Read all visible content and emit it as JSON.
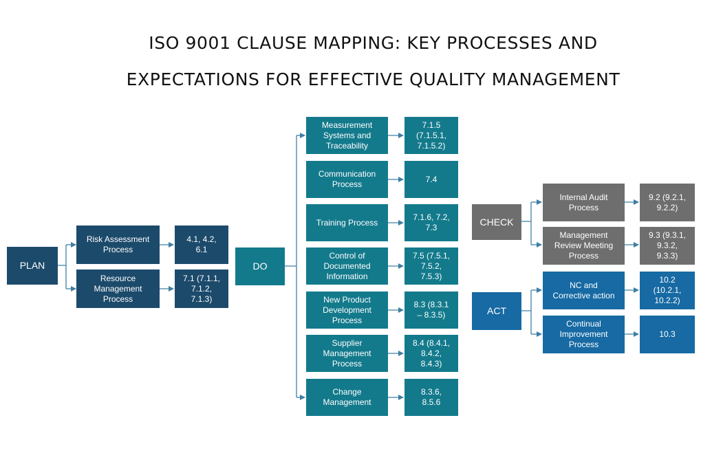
{
  "title": {
    "line1": "ISO 9001 CLAUSE MAPPING: KEY PROCESSES AND",
    "line2": "EXPECTATIONS FOR EFFECTIVE QUALITY MANAGEMENT"
  },
  "colors": {
    "plan": "#1c4a6b",
    "do": "#137a8c",
    "check": "#6e6e6e",
    "act": "#176aa3",
    "connector": "#3f7fa3"
  },
  "plan": {
    "label": "PLAN",
    "items": [
      {
        "process": "Risk Assessment\nProcess",
        "clause": "4.1, 4.2,\n6.1"
      },
      {
        "process": "Resource\nManagement\nProcess",
        "clause": "7.1 (7.1.1,\n7.1.2,\n7.1.3)"
      }
    ]
  },
  "do": {
    "label": "DO",
    "items": [
      {
        "process": "Measurement\nSystems and\nTraceability",
        "clause": "7.1.5\n(7.1.5.1,\n7.1.5.2)"
      },
      {
        "process": "Communication\nProcess",
        "clause": "7.4"
      },
      {
        "process": "Training Process",
        "clause": "7.1.6, 7.2,\n7.3"
      },
      {
        "process": "Control of\nDocumented\nInformation",
        "clause": "7.5 (7.5.1,\n7.5.2,\n7.5.3)"
      },
      {
        "process": "New Product\nDevelopment\nProcess",
        "clause": "8.3 (8.3.1\n– 8.3.5)"
      },
      {
        "process": "Supplier\nManagement\nProcess",
        "clause": "8.4 (8.4.1,\n8.4.2,\n8.4.3)"
      },
      {
        "process": "Change\nManagement",
        "clause": "8.3.6,\n8.5.6"
      }
    ]
  },
  "check": {
    "label": "CHECK",
    "items": [
      {
        "process": "Internal Audit\nProcess",
        "clause": "9.2 (9.2.1,\n9.2.2)"
      },
      {
        "process": "Management\nReview Meeting\nProcess",
        "clause": "9.3 (9.3.1,\n9.3.2,\n9.3.3)"
      }
    ]
  },
  "act": {
    "label": "ACT",
    "items": [
      {
        "process": "NC and\nCorrective action",
        "clause": "10.2\n(10.2.1,\n10.2.2)"
      },
      {
        "process": "Continual\nImprovement\nProcess",
        "clause": "10.3"
      }
    ]
  }
}
